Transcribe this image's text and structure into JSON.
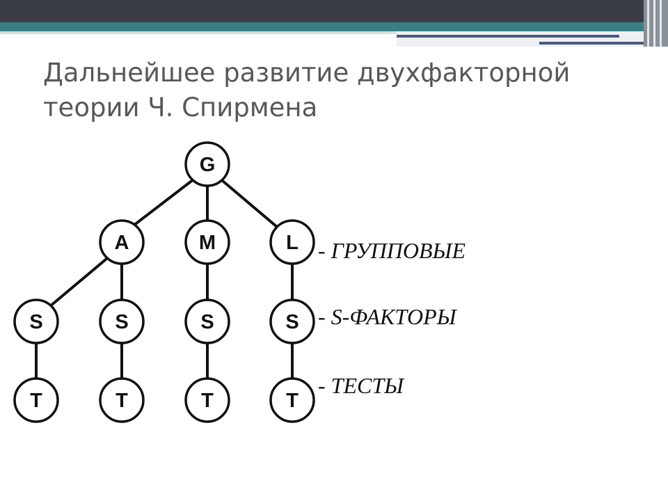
{
  "slide": {
    "title_line1": "Дальнейшее развитие двухфакторной",
    "title_line2": "теории Ч. Спирмена",
    "colors": {
      "title": "#585858",
      "bar_dark": "#3a3e44",
      "bar_teal": "#3b7f83",
      "bar_light": "#cfd3d6",
      "node_stroke": "#111111"
    }
  },
  "diagram": {
    "nodes": {
      "g": "G",
      "a": "A",
      "m": "M",
      "l": "L",
      "s1": "S",
      "s2": "S",
      "s3": "S",
      "s4": "S",
      "t1": "T",
      "t2": "T",
      "t3": "T",
      "t4": "T"
    },
    "level_labels": {
      "group": "- ГРУППОВЫЕ",
      "specific": "- S-ФАКТОРЫ",
      "tests": "- ТЕСТЫ"
    }
  }
}
